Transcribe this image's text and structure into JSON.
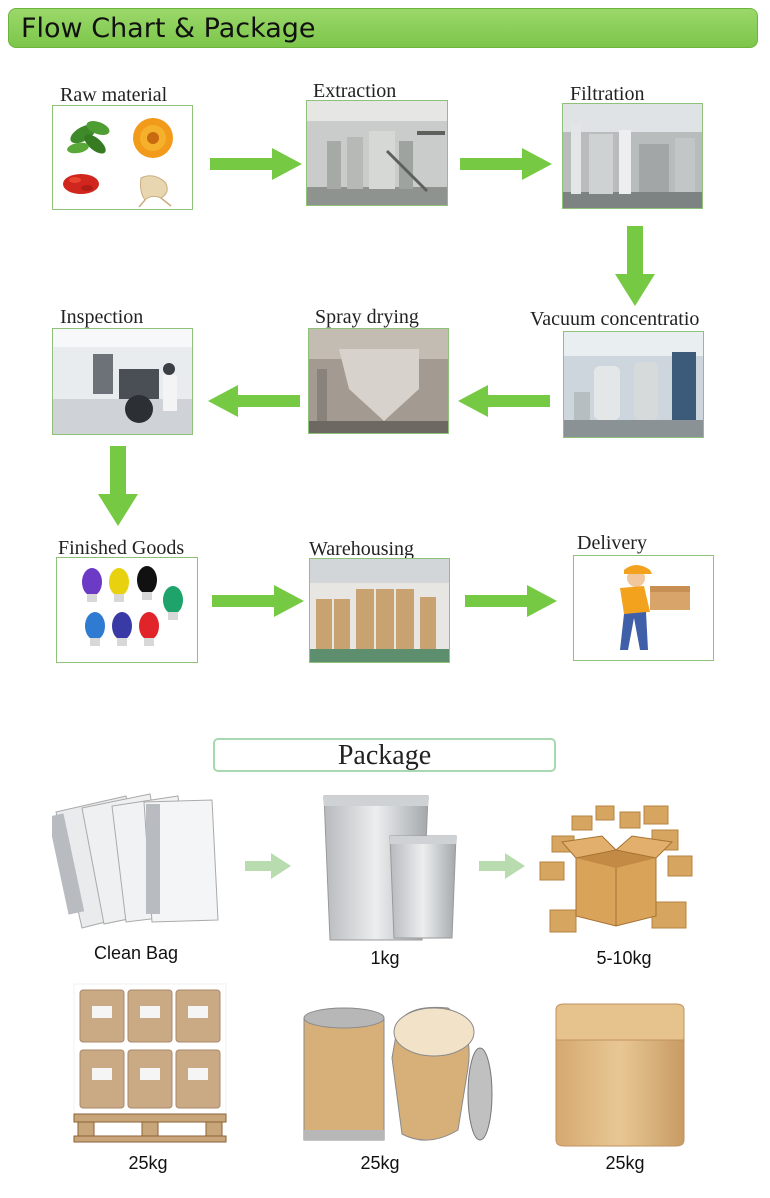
{
  "header": {
    "title": "Flow Chart & Package"
  },
  "flow": {
    "raw_material": "Raw material",
    "extraction": "Extraction",
    "filtration": "Filtration",
    "vacuum_concentration": "Vacuum concentratio",
    "spray_drying": "Spray drying",
    "inspection": "Inspection",
    "finished_goods": "Finished Goods",
    "warehousing": "Warehousing",
    "delivery": "Delivery"
  },
  "package": {
    "title": "Package",
    "items": [
      "Clean Bag",
      "1kg",
      "5-10kg",
      "25kg",
      "25kg",
      "25kg"
    ]
  },
  "colors": {
    "arrow": "#76c943",
    "header": "#8ccf58",
    "frame": "#8fc17a",
    "package_arrow": "#b8dcb0"
  }
}
